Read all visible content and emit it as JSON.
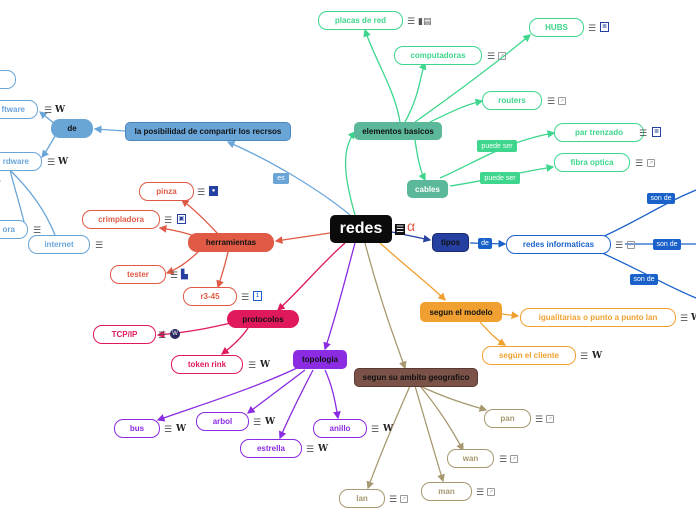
{
  "central": {
    "label": "redes",
    "alpha": "α"
  },
  "nodes": {
    "elementos_basicos": "elementos basicos",
    "placas_de_red": "placas de red",
    "computadoras": "computadoras",
    "hubs": "HUBS",
    "routers": "routers",
    "cables": "cables",
    "par_trenzado": "par trenzado",
    "fibra_optica": "fibra optica",
    "posibilidad": "la posibilidad de compartir los recrsos",
    "de_node": "de",
    "software": "ftware",
    "hardware": "rdware",
    "impresora": "ora",
    "internet": "internet",
    "herramientas": "herramientas",
    "pinza": "pinza",
    "crimpladora": "crimpladora",
    "tester": "tester",
    "r345": "r3-45",
    "protocolos": "protocolos",
    "tcpip": "TCP/IP",
    "token_rink": "token rink",
    "topologia": "topologia",
    "bus": "bus",
    "arbol": "arbol",
    "estrella": "estrella",
    "anillo": "anillo",
    "tipos": "tipos",
    "redes_informaticas": "redes informaticas",
    "segun_modelo": "segun el modelo",
    "igualitarias": "igualitarias o punto a punto lan",
    "segun_cliente": "según el cliente",
    "segun_ambito": "segun su ambito geografico",
    "pan": "pan",
    "wan": "wan",
    "man": "man",
    "lan": "lan"
  },
  "edge_labels": {
    "es": "es",
    "de": "de",
    "puede_ser_1": "puede ser",
    "puede_ser_2": "puede ser",
    "son_de_1": "son de",
    "son_de_2": "son de",
    "son_de_3": "son de"
  },
  "icons": {
    "note": "☰",
    "wiki": "W",
    "link": "↗",
    "doc": "≣",
    "pic": "▣",
    "search": "Q",
    "num": "1"
  },
  "colors": {
    "green": "#3dd68c",
    "teal_fill": "#5bb89a",
    "blue_light": "#6aa5d8",
    "red": "#e05a45",
    "magenta": "#e0195c",
    "purple": "#8b2be2",
    "navy": "#2540a0",
    "blue": "#1a62c9",
    "orange": "#f0a030",
    "brown": "#7b5248",
    "tan": "#a89870"
  }
}
